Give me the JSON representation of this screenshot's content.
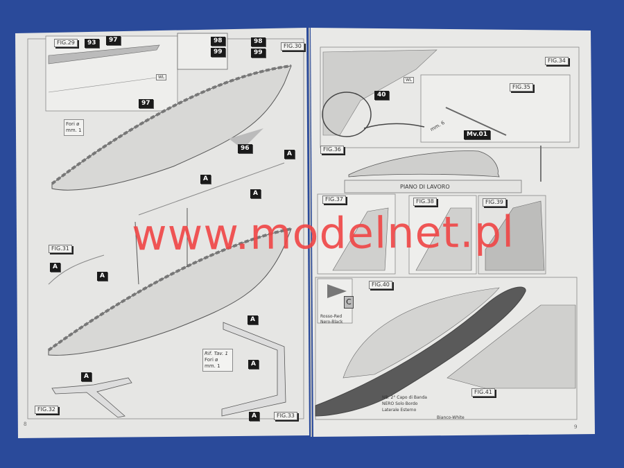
{
  "watermark": "www.modelnet.pl",
  "colors": {
    "background": "#2a4a9a",
    "page": "#e9e9e7",
    "watermark": "#f04545"
  },
  "left_page": {
    "page_number": "8",
    "figures": [
      "FIG.29",
      "FIG.30",
      "FIG.31",
      "FIG.32",
      "FIG.33"
    ],
    "part_labels": {
      "p93": "93",
      "p97a": "97",
      "p98a": "98",
      "p99a": "99",
      "p98b": "98",
      "p99b": "99",
      "p97b": "97",
      "p96": "96",
      "a": "A"
    },
    "wl": "WL",
    "drill_note": {
      "ref": "Rif. Tav. 1",
      "line1": "Fori ø",
      "line2": "mm. 1"
    }
  },
  "right_page": {
    "page_number": "9",
    "figures": [
      "FIG.34",
      "FIG.35",
      "FIG.36",
      "FIG.37",
      "FIG.38",
      "FIG.39",
      "FIG.40",
      "FIG.41"
    ],
    "wl": "WL",
    "part_40": "40",
    "mv01": "Mv.01",
    "mm6": "mm. 6",
    "work_surface": "PIANO DI LAVORO",
    "paint_code": "C",
    "legend": [
      "Rosso-Red",
      "Nero-Black"
    ],
    "note": [
      "NB: 2° Capo di Banda",
      "NERO Solo Bordo",
      "Laterale Esterno"
    ],
    "white_paint": "Bianco-White"
  }
}
